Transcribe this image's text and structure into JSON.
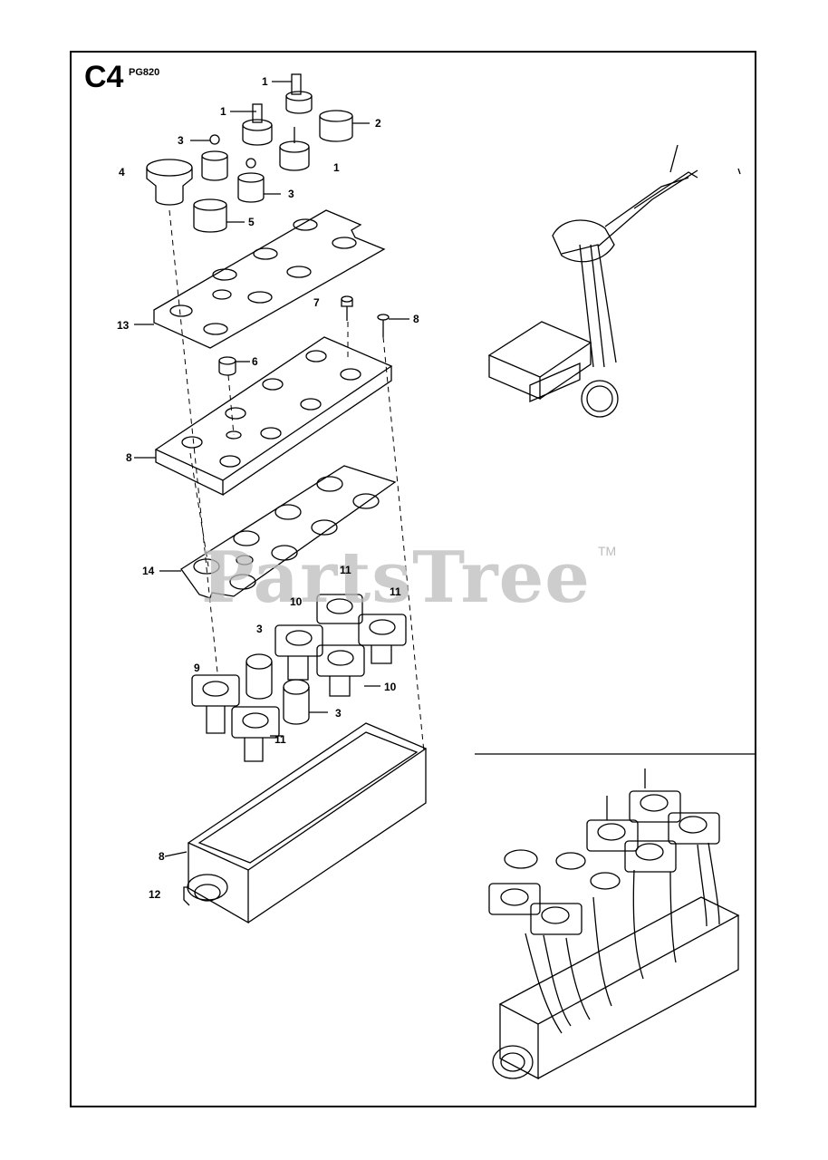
{
  "header": {
    "section_code": "C4",
    "model": "PG820"
  },
  "watermark": {
    "text": "PartsTree",
    "tm": "TM"
  },
  "callouts": {
    "c1a": "1",
    "c1b": "1",
    "c1c": "1",
    "c2": "2",
    "c3a": "3",
    "c3b": "3",
    "c3c": "3",
    "c3d": "3",
    "c4": "4",
    "c5": "5",
    "c6": "6",
    "c7": "7",
    "c8a": "8",
    "c8b": "8",
    "c8c": "8",
    "c9": "9",
    "c10a": "10",
    "c10b": "10",
    "c11a": "11",
    "c11b": "11",
    "c11c": "11",
    "c12": "12",
    "c13": "13",
    "c14": "14"
  }
}
